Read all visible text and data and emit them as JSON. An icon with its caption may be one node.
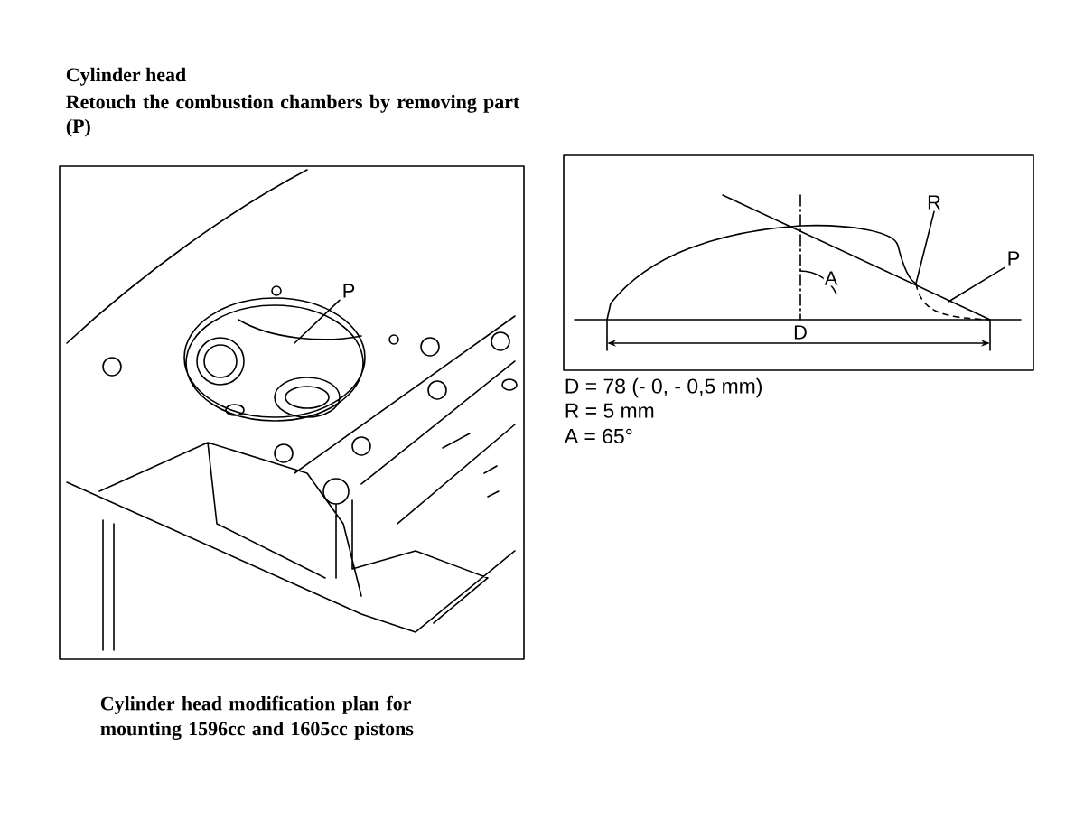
{
  "diagram": {
    "title": "Cylinder head",
    "caption": "Cylinder head modification plan for mounting 1596cc and 1605cc pistons",
    "nodes": [
      {
        "text": [
          "P"
        ]
      },
      {
        "text": [
          "R"
        ]
      },
      {
        "text": [
          "P"
        ]
      }
    ],
    "edges": [
      {
        "from": 0,
        "to": null,
        "arrow": "none"
      },
      {
        "from": 1,
        "to": null,
        "arrow": "none"
      },
      {
        "from": 2,
        "to": null,
        "arrow": "none"
      }
    ],
    "labels": [
      "Retouch the combustion chambers by removing part (P)",
      "A",
      "D",
      "D = 78 (- 0, - 0,5 mm)",
      "R = 5 mm",
      "A = 65°"
    ]
  }
}
